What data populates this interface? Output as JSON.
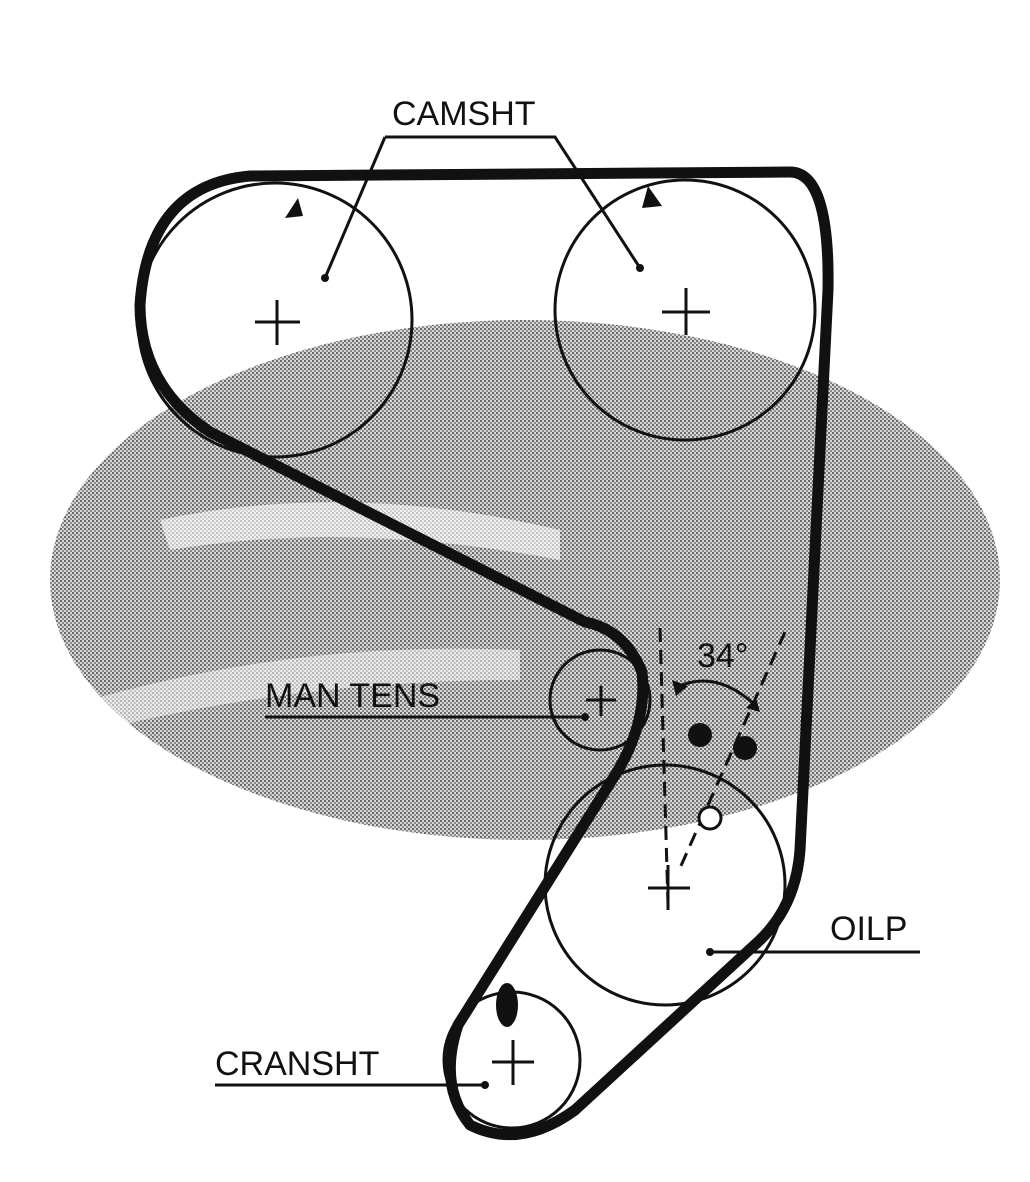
{
  "diagram": {
    "labels": {
      "camshaft": "CAMSHT",
      "manual_tensioner": "MAN TENS",
      "angle": "34°",
      "oil_pump": "OILP",
      "crankshaft": "CRANSHT"
    },
    "colors": {
      "ink": "#111111",
      "shading": "#9a9a9a",
      "background": "#ffffff"
    }
  }
}
